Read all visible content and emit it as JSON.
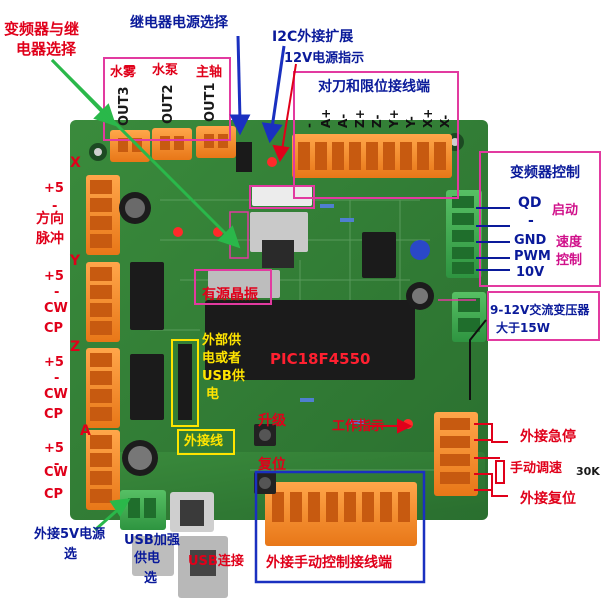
{
  "labels": {
    "vfd_relay_select": [
      "变频器与继",
      "电器选择"
    ],
    "relay_power_select": "继电器电源选择",
    "i2c_expand": "I2C外接扩展",
    "v12_indicator": "12V电源指示",
    "tool_limit_terminal": "对刀和限位接线端",
    "mist": "水雾",
    "pump": "水泵",
    "spindle": "主轴",
    "vfd_control": "变频器控制",
    "qd": "QD",
    "start": "启动",
    "dash": "-",
    "gnd": "GND",
    "speed": [
      "速度",
      "控制"
    ],
    "pwm": "PWM",
    "v10": "10V",
    "transformer": [
      "9-12V交流变压器",
      "大于15W"
    ],
    "ext_estop": "外接急停",
    "manual_speed": "手动调速",
    "r30k": "30K",
    "ext_reset": "外接复位",
    "ext_manual_terminal": "外接手动控制接线端",
    "usb_cable": "USB连接",
    "usb_boost": [
      "USB加强",
      "供电",
      "选"
    ],
    "ext5v_select": [
      "外接5V电源",
      "选"
    ],
    "crystal": "有源晶振",
    "power_source": [
      "外部供",
      "电或者",
      "USB供",
      "电"
    ],
    "ext_line": "外接线",
    "upgrade": "升级",
    "reset": "复位",
    "work_indicator": "工作指示",
    "chip": "PIC18F4550"
  },
  "axes": [
    {
      "letter": "X",
      "lines": [
        "+5",
        "-",
        "方向",
        "脉冲"
      ]
    },
    {
      "letter": "Y",
      "lines": [
        "+5",
        "-",
        "CW",
        "CP"
      ]
    },
    {
      "letter": "Z",
      "lines": [
        "+5",
        "-",
        "CW",
        "CP"
      ]
    },
    {
      "letter": "A",
      "lines": [
        "+5",
        "-",
        "CW",
        "CP"
      ]
    }
  ],
  "outputs": [
    "OUT3",
    "OUT2",
    "OUT1"
  ],
  "limit_pins": [
    "-",
    "A+",
    "A-",
    "Z+",
    "Z-",
    "Y+",
    "Y-",
    "X+",
    "X-"
  ],
  "colors": {
    "red": "#e0001a",
    "blue": "#0a1a9a",
    "magenta": "#d0108a",
    "yellow": "#ffe400",
    "pcb_green": "#2f7f35",
    "terminal_orange": "#f58a2a",
    "terminal_green": "#3aa84a"
  }
}
